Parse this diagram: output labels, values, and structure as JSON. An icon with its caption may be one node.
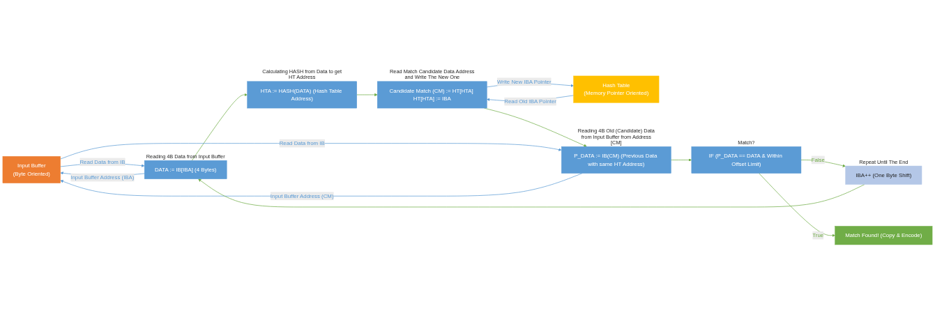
{
  "diagram": {
    "nodes": [
      {
        "text": [
          "Input Buffer",
          "(Byte Oriented)"
        ]
      },
      {
        "text": [
          "DATA := IB[IBA] (4 Bytes)"
        ],
        "beside": [
          "Reading 4B Data from Input Buffer"
        ]
      },
      {
        "text": [
          "HTA := HASH(DATA) (Hash Table Address)"
        ],
        "beside": [
          "Calculating HASH from Data to get HT Address"
        ]
      },
      {
        "text": [
          "Hash Table",
          "(Memory Pointer Oriented)"
        ]
      },
      {
        "text": [
          "P_DATA := IB(CM) (Previous Data with same HT Address)"
        ],
        "beside": [
          "Reading 4B Old (Candidate) Data from Input Buffer from Address [CM]"
        ]
      },
      {
        "text": [
          "Candidate Match (CM) := HT[HTA] HT[HTA] := IBA"
        ],
        "beside": [
          "Read Match Candidate Data Address and Write The New One"
        ]
      },
      {
        "text": [
          "IBA++ (One Byte Shift)"
        ],
        "beside": [
          "Repeat Until The End"
        ]
      },
      {
        "text": [
          "IF (P_DATA == DATA & Within Offset Limit)"
        ],
        "beside": [
          "Match?"
        ]
      },
      {
        "text": [
          "Match Found! (Copy & Encode)"
        ]
      }
    ],
    "edges": [
      {
        "from": 1,
        "to": 0,
        "arrow": "to",
        "label": "Input Buffer Address (IBA)",
        "color": "#5b9bd5"
      },
      {
        "from": 0,
        "to": 1,
        "arrow": "to",
        "label": "Read Data from IB",
        "color": "#5b9bd5"
      },
      {
        "from": 1,
        "to": 2,
        "arrow": "to"
      },
      {
        "from": 2,
        "to": 5,
        "arrow": "to"
      },
      {
        "from": 3,
        "to": 5,
        "arrow": "to",
        "label": "Read Old IBA Pointer",
        "color": "#5b9bd5"
      },
      {
        "from": 5,
        "to": 3,
        "arrow": "to",
        "label": "Write New IBA Pointer",
        "color": "#5b9bd5"
      },
      {
        "from": 5,
        "to": 4,
        "arrow": "to"
      },
      {
        "from": 4,
        "to": 0,
        "arrow": "to",
        "label": "Input Buffer Address (CM)",
        "color": "#5b9bd5"
      },
      {
        "from": 0,
        "to": 4,
        "arrow": "to",
        "label": "Read Data from IB",
        "color": "#5b9bd5"
      },
      {
        "from": 4,
        "to": 7,
        "arrow": "to"
      },
      {
        "from": 7,
        "to": 6,
        "arrow": "to",
        "label": "False"
      },
      {
        "from": 7,
        "to": 8,
        "arrow": "to",
        "label": "True"
      },
      {
        "from": 6,
        "to": 1,
        "arrow": "to"
      }
    ]
  }
}
